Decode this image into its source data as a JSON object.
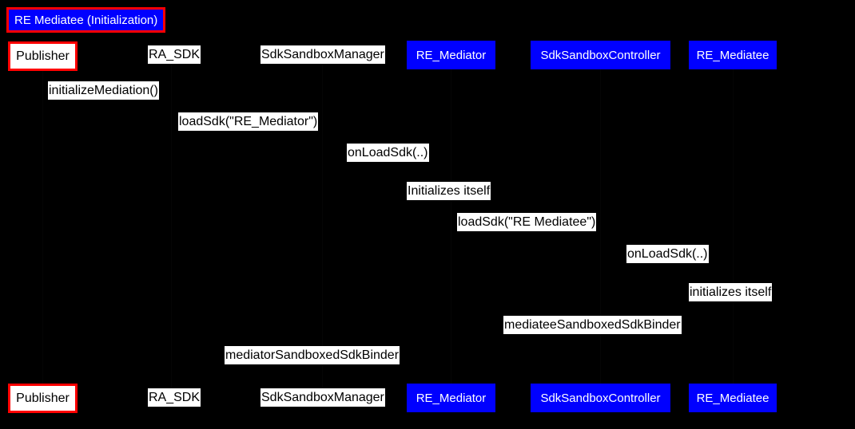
{
  "diagram": {
    "type": "sequence-diagram",
    "title": "RE Mediatee (Initialization)",
    "background_color": "#000000",
    "accent_color": "#0000ff",
    "highlight_color": "#ff0000",
    "label_bg_color": "#ffffff",
    "label_text_color": "#000000"
  },
  "participants_top": [
    {
      "name": "Publisher",
      "style": "boxed"
    },
    {
      "name": "RA_SDK",
      "style": "plain"
    },
    {
      "name": "SdkSandboxManager",
      "style": "plain"
    },
    {
      "name": "RE_Mediator",
      "style": "blue"
    },
    {
      "name": "SdkSandboxController",
      "style": "blue"
    },
    {
      "name": "RE_Mediatee",
      "style": "blue"
    }
  ],
  "participants_bottom": [
    {
      "name": "Publisher",
      "style": "boxed"
    },
    {
      "name": "RA_SDK",
      "style": "plain"
    },
    {
      "name": "SdkSandboxManager",
      "style": "plain"
    },
    {
      "name": "RE_Mediator",
      "style": "blue"
    },
    {
      "name": "SdkSandboxController",
      "style": "blue"
    },
    {
      "name": "RE_Mediatee",
      "style": "blue"
    }
  ],
  "messages": [
    {
      "label": "initializeMediation()"
    },
    {
      "label": "loadSdk(\"RE_Mediator\")"
    },
    {
      "label": "onLoadSdk(..)"
    },
    {
      "label": "Initializes itself"
    },
    {
      "label": "loadSdk(\"RE Mediatee\")"
    },
    {
      "label": "onLoadSdk(..)"
    },
    {
      "label": "initializes itself"
    },
    {
      "label": "mediateeSandboxedSdkBinder"
    },
    {
      "label": "mediatorSandboxedSdkBinder"
    }
  ]
}
